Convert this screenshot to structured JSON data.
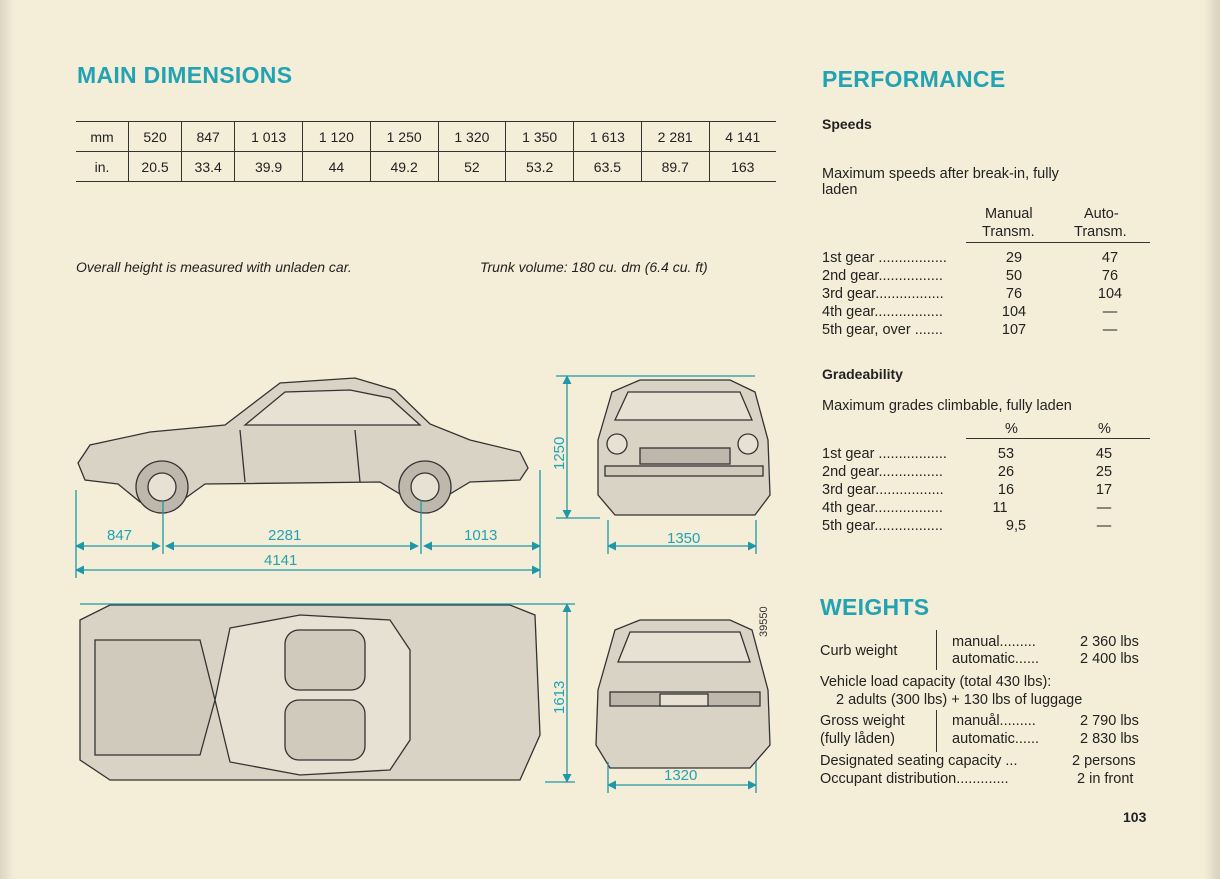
{
  "main": {
    "title": "MAIN DIMENSIONS",
    "table": {
      "rows": [
        {
          "unit": "mm",
          "values": [
            "520",
            "847",
            "1 013",
            "1 120",
            "1 250",
            "1 320",
            "1 350",
            "1 613",
            "2 281",
            "4 141"
          ]
        },
        {
          "unit": "in.",
          "values": [
            "20.5",
            "33.4",
            "39.9",
            "44",
            "49.2",
            "52",
            "53.2",
            "63.5",
            "89.7",
            "163"
          ]
        }
      ]
    },
    "note_height": "Overall height is measured with unladen car.",
    "note_trunk": "Trunk volume: 180 cu. dm (6.4 cu. ft)",
    "drawing_labels": {
      "front_overhang": "847",
      "wheelbase": "2281",
      "rear_overhang": "1013",
      "overall_length": "4141",
      "height": "1250",
      "front_track": "1350",
      "width": "1613",
      "rear_track": "1320"
    },
    "code": "39550"
  },
  "performance": {
    "title": "PERFORMANCE",
    "speeds": {
      "heading": "Speeds",
      "intro_line1": "Maximum  speeds  after  break-in,  fully",
      "intro_line2": "laden",
      "col1_line1": "Manual",
      "col1_line2": "Transm.",
      "col2_line1": "Auto-",
      "col2_line2": "Transm.",
      "rows": [
        {
          "label": "1st gear .................",
          "manual": "29",
          "auto": "47"
        },
        {
          "label": "2nd gear................",
          "manual": "50",
          "auto": "76"
        },
        {
          "label": "3rd gear.................",
          "manual": "76",
          "auto": "104"
        },
        {
          "label": "4th gear.................",
          "manual": "104",
          "auto": "—"
        },
        {
          "label": "5th gear, over .......",
          "manual": "107",
          "auto": "—"
        }
      ]
    },
    "gradeability": {
      "heading": "Gradeability",
      "intro": "Maximum grades climbable, fully laden",
      "col1": "%",
      "col2": "%",
      "rows": [
        {
          "label": "1st gear .................",
          "manual": "53",
          "auto": "45"
        },
        {
          "label": "2nd gear................",
          "manual": "26",
          "auto": "25"
        },
        {
          "label": "3rd gear.................",
          "manual": "16",
          "auto": "17"
        },
        {
          "label": "4th gear.................",
          "manual": "11",
          "auto": "—"
        },
        {
          "label": "5th gear.................",
          "manual": "9,5",
          "auto": "—"
        }
      ]
    }
  },
  "weights": {
    "title": "WEIGHTS",
    "curb_label": "Curb weight",
    "curb_manual_label": "manual.........",
    "curb_manual_value": "2 360 lbs",
    "curb_auto_label": "automatic......",
    "curb_auto_value": "2 400 lbs",
    "load_line1": "Vehicle load capacity (total 430 lbs):",
    "load_line2": "2 adults (300 lbs) + 130 lbs of luggage",
    "gross_label1": "Gross weight",
    "gross_label2": "(fully låden)",
    "gross_manual_label": "manuål.........",
    "gross_manual_value": "2 790 lbs",
    "gross_auto_label": "automatic......",
    "gross_auto_value": "2 830 lbs",
    "seating_label": "Designated seating capacity ...",
    "seating_value": "2 persons",
    "occupant_label": "Occupant distribution.............",
    "occupant_value": "2 in front"
  },
  "page_number": "103",
  "colors": {
    "accent": "#22a3b4",
    "paper": "#f4edd8",
    "ink": "#222222"
  }
}
